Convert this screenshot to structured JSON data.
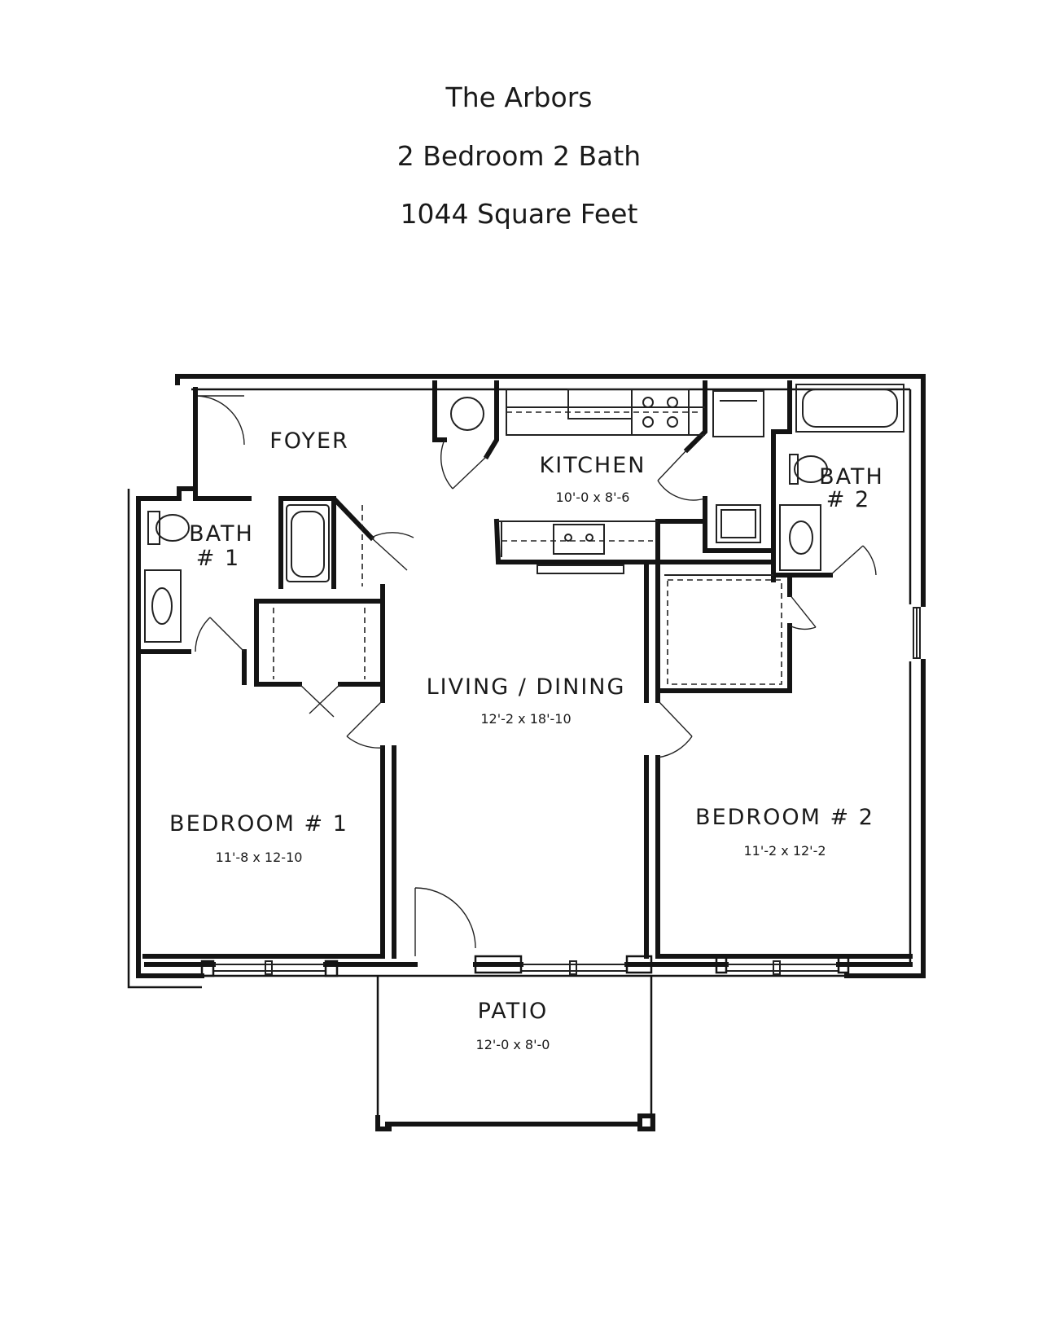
{
  "header": {
    "title": "The Arbors",
    "layout": "2 Bedroom 2 Bath",
    "area": "1044 Square Feet"
  },
  "rooms": {
    "foyer": {
      "name": "FOYER"
    },
    "kitchen": {
      "name": "KITCHEN",
      "dims": "10'-0 x 8'-6"
    },
    "bath1": {
      "name": "BATH",
      "number": "# 1"
    },
    "bath2": {
      "name": "BATH",
      "number": "# 2"
    },
    "living": {
      "name": "LIVING / DINING",
      "dims": "12'-2 x 18'-10"
    },
    "bedroom1": {
      "name": "BEDROOM # 1",
      "dims": "11'-8 x 12-10"
    },
    "bedroom2": {
      "name": "BEDROOM # 2",
      "dims": "11'-2 x 12'-2"
    },
    "patio": {
      "name": "PATIO",
      "dims": "12'-0 x 8'-0"
    }
  }
}
